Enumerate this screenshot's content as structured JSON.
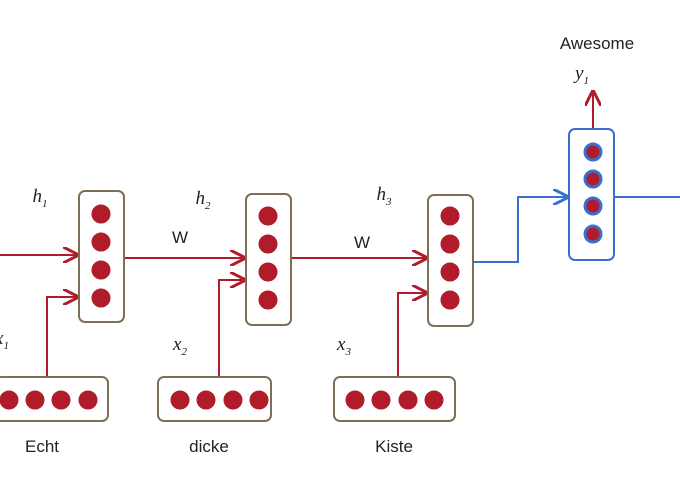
{
  "colors": {
    "red": "#b01c2a",
    "blue": "#3a6fd0",
    "box_border": "#7d6e58"
  },
  "hidden_labels": [
    {
      "var": "h",
      "sub": "1"
    },
    {
      "var": "h",
      "sub": "2"
    },
    {
      "var": "h",
      "sub": "3"
    }
  ],
  "weight_labels": [
    "W",
    "W"
  ],
  "input_labels": [
    {
      "var": "x",
      "sub": "1"
    },
    {
      "var": "x",
      "sub": "2"
    },
    {
      "var": "x",
      "sub": "3"
    }
  ],
  "words": [
    "Echt",
    "dicke",
    "Kiste"
  ],
  "output": {
    "var": "y",
    "sub": "1",
    "word": "Awesome"
  }
}
